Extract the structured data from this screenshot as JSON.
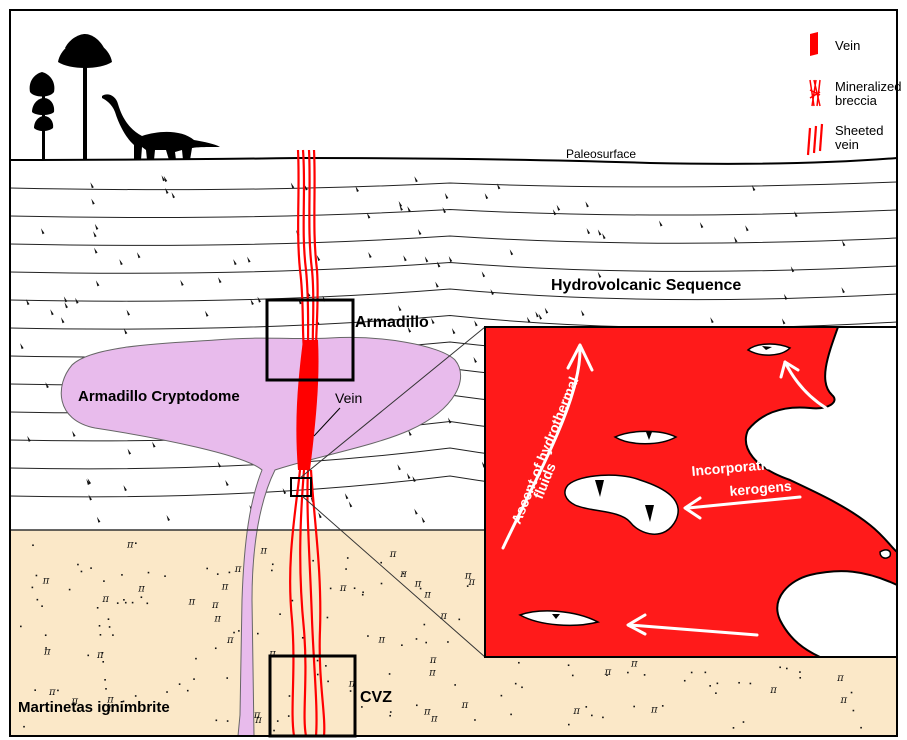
{
  "labels": {
    "paleosurface": "Paleosurface",
    "hydrovolcanic": "Hydrovolcanic Sequence",
    "armadillo": "Armadillo",
    "cryptodome": "Armadillo Cryptodome",
    "vein": "Vein",
    "cvz": "CVZ",
    "ignimbrite": "Martinetas ignimbrite"
  },
  "legend": {
    "vein": "Vein",
    "breccia_1": "Mineralized",
    "breccia_2": "breccia",
    "sheeted_1": "Sheeted",
    "sheeted_2": "vein"
  },
  "inset": {
    "ascent_1": "Ascent of hydrothermal",
    "ascent_2": "fluids",
    "kerogen_1": "Incorporation of",
    "kerogen_2": "kerogens"
  },
  "colors": {
    "vein": "#ff0000",
    "cryptodome": "#e8bbec",
    "ignimbrite": "#fbe8c8",
    "inset_bg": "#ff1a1a"
  },
  "icons": [
    "palm-tree-icon",
    "dinosaur-icon"
  ]
}
